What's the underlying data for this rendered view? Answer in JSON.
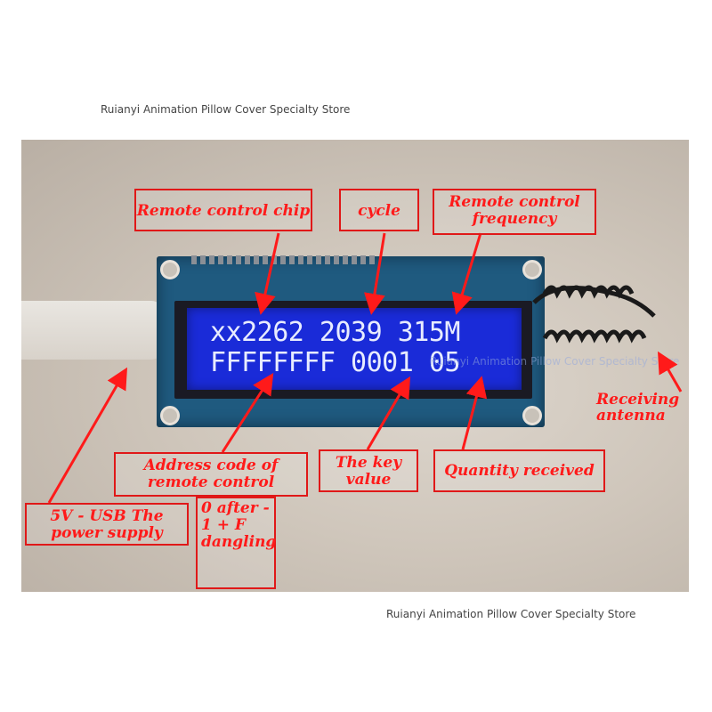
{
  "watermark": "Ruianyi Animation Pillow Cover Specialty Store",
  "lcd": {
    "line1": "xx2262 2039 315M",
    "line2": "FFFFFFFF 0001 05"
  },
  "labels": {
    "remote_control_chip": "Remote control chip",
    "cycle": "cycle",
    "remote_control_frequency": "Remote control frequency",
    "receiving_antenna": "Receiving antenna",
    "address_code": "Address code of remote  control",
    "address_note": "0 after - 1 + F dangling",
    "key_value": "The key value",
    "quantity_received": "Quantity received",
    "power_supply": "5V - USB The power supply"
  },
  "colors": {
    "annotation": "#ff1a1a",
    "lcd_background": "#1a2bd8",
    "lcd_text": "#e8ecff",
    "pcb": "#1f5a7f"
  }
}
